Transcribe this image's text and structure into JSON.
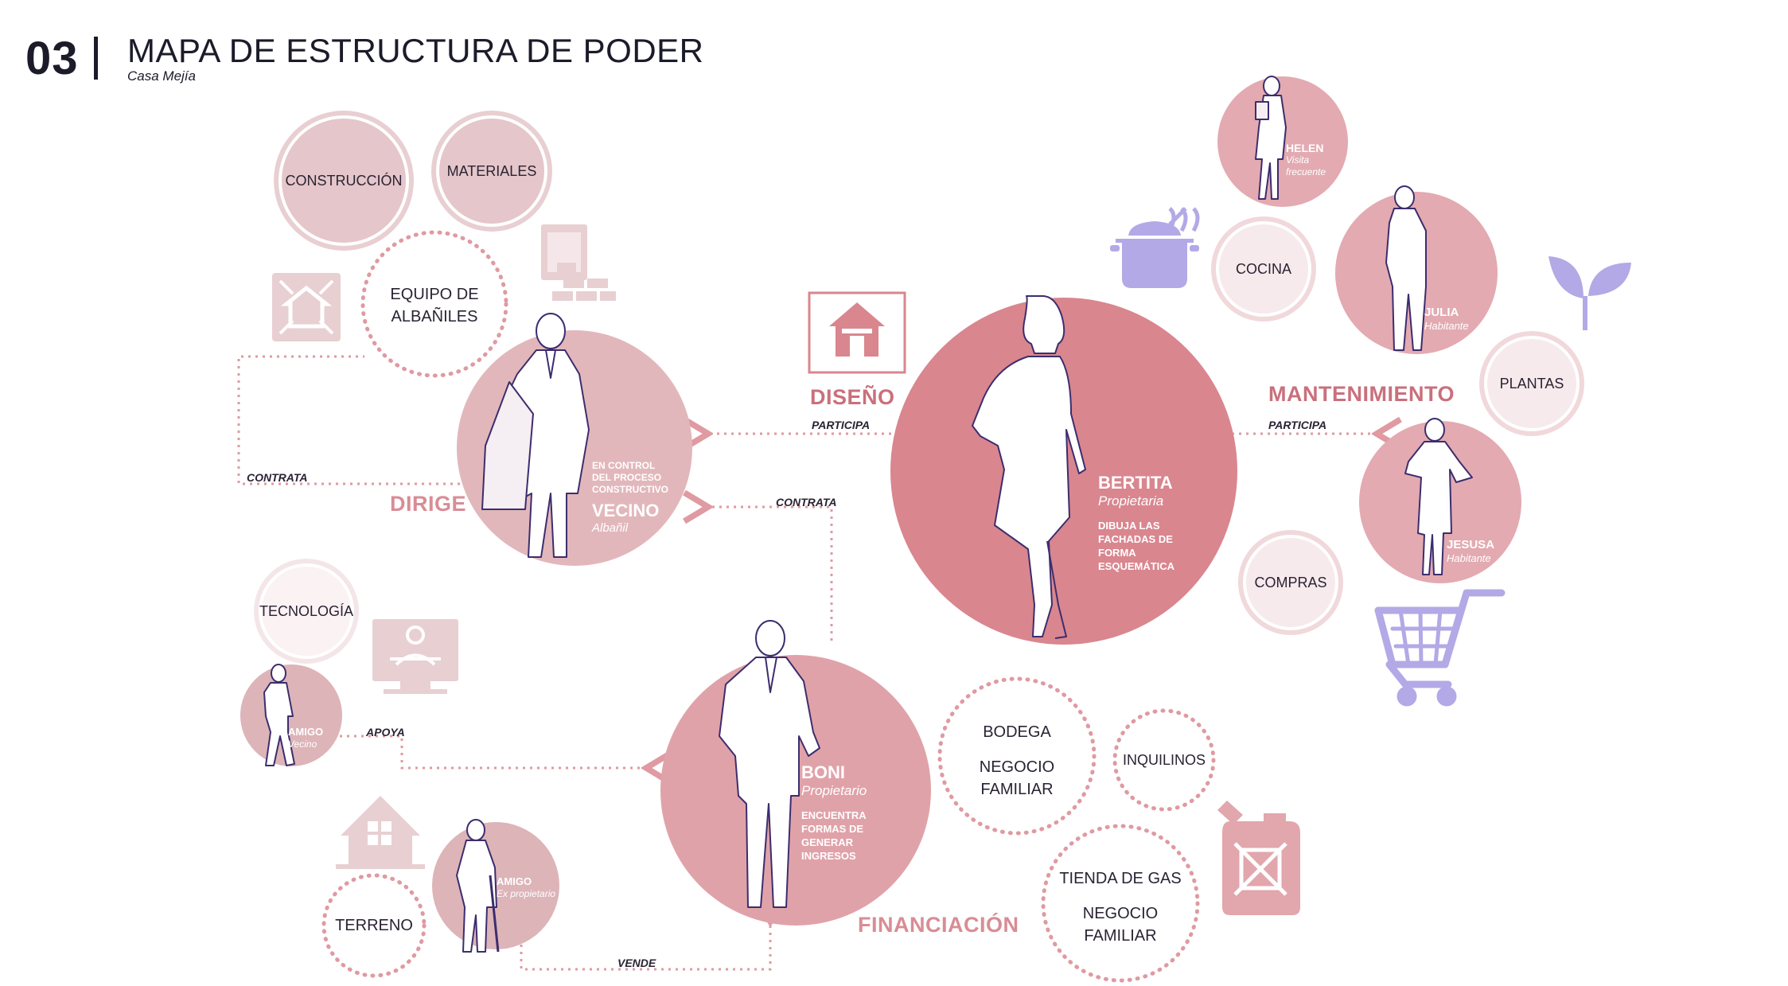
{
  "header": {
    "number": "03",
    "title": "MAPA DE ESTRUCTURA DE PODER",
    "subtitle": "Casa Mejía"
  },
  "resources": {
    "construccion": "CONSTRUCCIÓN",
    "materiales": "MATERIALES",
    "equipo_line1": "EQUIPO DE",
    "equipo_line2": "ALBAÑILES",
    "tecnologia": "TECNOLOGÍA",
    "terreno": "TERRENO",
    "cocina": "COCINA",
    "plantas": "PLANTAS",
    "compras": "COMPRAS",
    "bodega": "BODEGA",
    "bodega_negocio_1": "NEGOCIO",
    "bodega_negocio_2": "FAMILIAR",
    "inquilinos": "INQUILINOS",
    "gas": "TIENDA DE GAS",
    "gas_negocio_1": "NEGOCIO",
    "gas_negocio_2": "FAMILIAR"
  },
  "sections": {
    "dirige": "DIRIGE",
    "diseno": "DISEÑO",
    "mantenimiento": "MANTENIMIENTO",
    "financiacion": "FINANCIACIÓN"
  },
  "edges": {
    "contrata_left": "CONTRATA",
    "participa_left": "PARTICIPA",
    "contrata_center": "CONTRATA",
    "participa_right": "PARTICIPA",
    "apoya": "APOYA",
    "vende": "VENDE"
  },
  "people": {
    "vecino": {
      "desc": [
        "EN CONTROL",
        "DEL PROCESO",
        "CONSTRUCTIVO"
      ],
      "name": "VECINO",
      "role": "Albañil"
    },
    "bertita": {
      "name": "BERTITA",
      "role": "Propietaria",
      "desc": [
        "DIBUJA LAS",
        "FACHADAS DE",
        "FORMA",
        "ESQUEMÁTICA"
      ]
    },
    "boni": {
      "name": "BONI",
      "role": "Propietario",
      "desc": [
        "ENCUENTRA",
        "FORMAS DE",
        "GENERAR",
        "INGRESOS"
      ]
    },
    "helen": {
      "name": "HELEN",
      "role1": "Visita",
      "role2": "frecuente"
    },
    "julia": {
      "name": "JULIA",
      "role": "Habitante"
    },
    "jesusa": {
      "name": "JESUSA",
      "role": "Habitante"
    },
    "amigo_vecino": {
      "name": "AMIGO",
      "role": "Vecino"
    },
    "amigo_ex": {
      "name": "AMIGO",
      "role": "Ex propietario"
    }
  },
  "colors": {
    "pink_light": "#e7c6c9",
    "pink_mid": "#e3aab1",
    "pink_main": "#d9868f",
    "pink_text": "#d98c95",
    "lavender": "#b3a9e6",
    "dots": "#df9aa2"
  },
  "icons": [
    "brick-wall-icon",
    "expand-house-icon",
    "house-door-icon",
    "cooking-pot-icon",
    "plant-icon",
    "shopping-cart-icon",
    "worker-monitor-icon",
    "house-window-icon",
    "gas-can-icon"
  ]
}
